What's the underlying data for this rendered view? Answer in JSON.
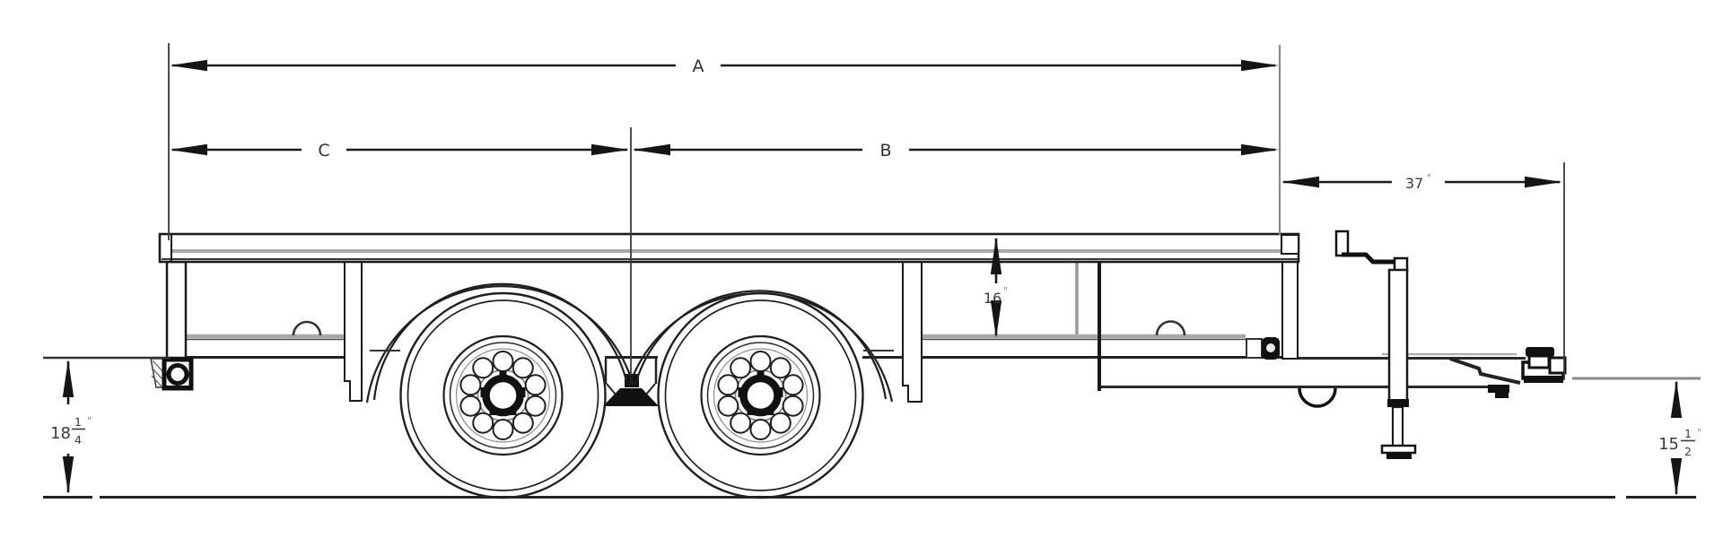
{
  "drawing": {
    "description": "Tandem-axle utility trailer side-view dimension diagram",
    "labels": {
      "dim_a": "A",
      "dim_b": "B",
      "dim_c": "C",
      "dim_tongue": {
        "value": "37",
        "unit": "\""
      },
      "dim_rail_height": {
        "value": "16",
        "unit": "\""
      },
      "dim_rear_deck_height": {
        "whole": "18",
        "numerator": "1",
        "denominator": "4",
        "unit": "\""
      },
      "dim_coupler_height": {
        "whole": "15",
        "numerator": "1",
        "denominator": "2",
        "unit": "\""
      }
    },
    "colors": {
      "line": "#1a1a1a",
      "secondary_line": "#9a9a9a",
      "background": "#ffffff"
    }
  }
}
